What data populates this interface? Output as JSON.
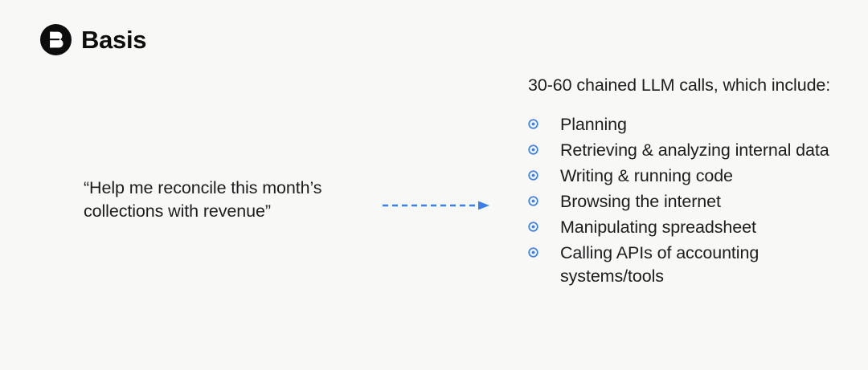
{
  "slide": {
    "background_color": "#f8f8f7",
    "text_color": "#1d1d1d",
    "accent_color": "#3d7fe8"
  },
  "brand": {
    "mark_icon": "basis-b-circle-logo",
    "name": "Basis"
  },
  "prompt": {
    "text": "“Help me reconcile this month’s collections with revenue”"
  },
  "connector": {
    "icon": "dashed-arrow-right-icon",
    "color": "#3d7fe8",
    "direction": "right",
    "style": "dashed"
  },
  "right_column": {
    "heading": "30-60 chained LLM calls, which include:",
    "bullet_marker_icon": "target-dot-bullet-icon",
    "items": [
      {
        "label": "Planning"
      },
      {
        "label": "Retrieving & analyzing internal data"
      },
      {
        "label": "Writing & running code"
      },
      {
        "label": "Browsing the internet"
      },
      {
        "label": "Manipulating spreadsheet"
      },
      {
        "label": "Calling APIs of accounting systems/tools"
      }
    ]
  }
}
